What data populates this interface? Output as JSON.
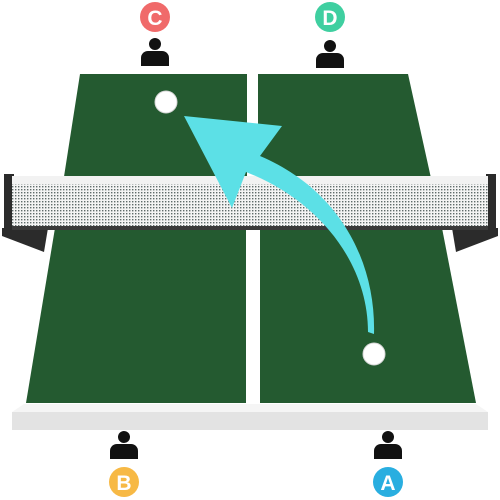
{
  "players": [
    {
      "label": "C",
      "color": "#f06a6a",
      "side": "top-left"
    },
    {
      "label": "D",
      "color": "#3fcfa0",
      "side": "top-right"
    },
    {
      "label": "B",
      "color": "#f7b945",
      "side": "bottom-left"
    },
    {
      "label": "A",
      "color": "#29aee0",
      "side": "bottom-right"
    }
  ],
  "colors": {
    "table_surface": "#245a30",
    "table_lines": "#ffffff",
    "table_edge": "#e3e3e3",
    "net_mesh": "#5f6b6a",
    "net_band": "#f2f2f2",
    "net_post": "#2b2b2b",
    "arrow": "#5ce0e6",
    "ball": "#ffffff",
    "player_icon": "#111111"
  },
  "icons": {
    "player": "person-icon",
    "ball": "ball-icon",
    "shot": "curved-arrow-icon"
  }
}
